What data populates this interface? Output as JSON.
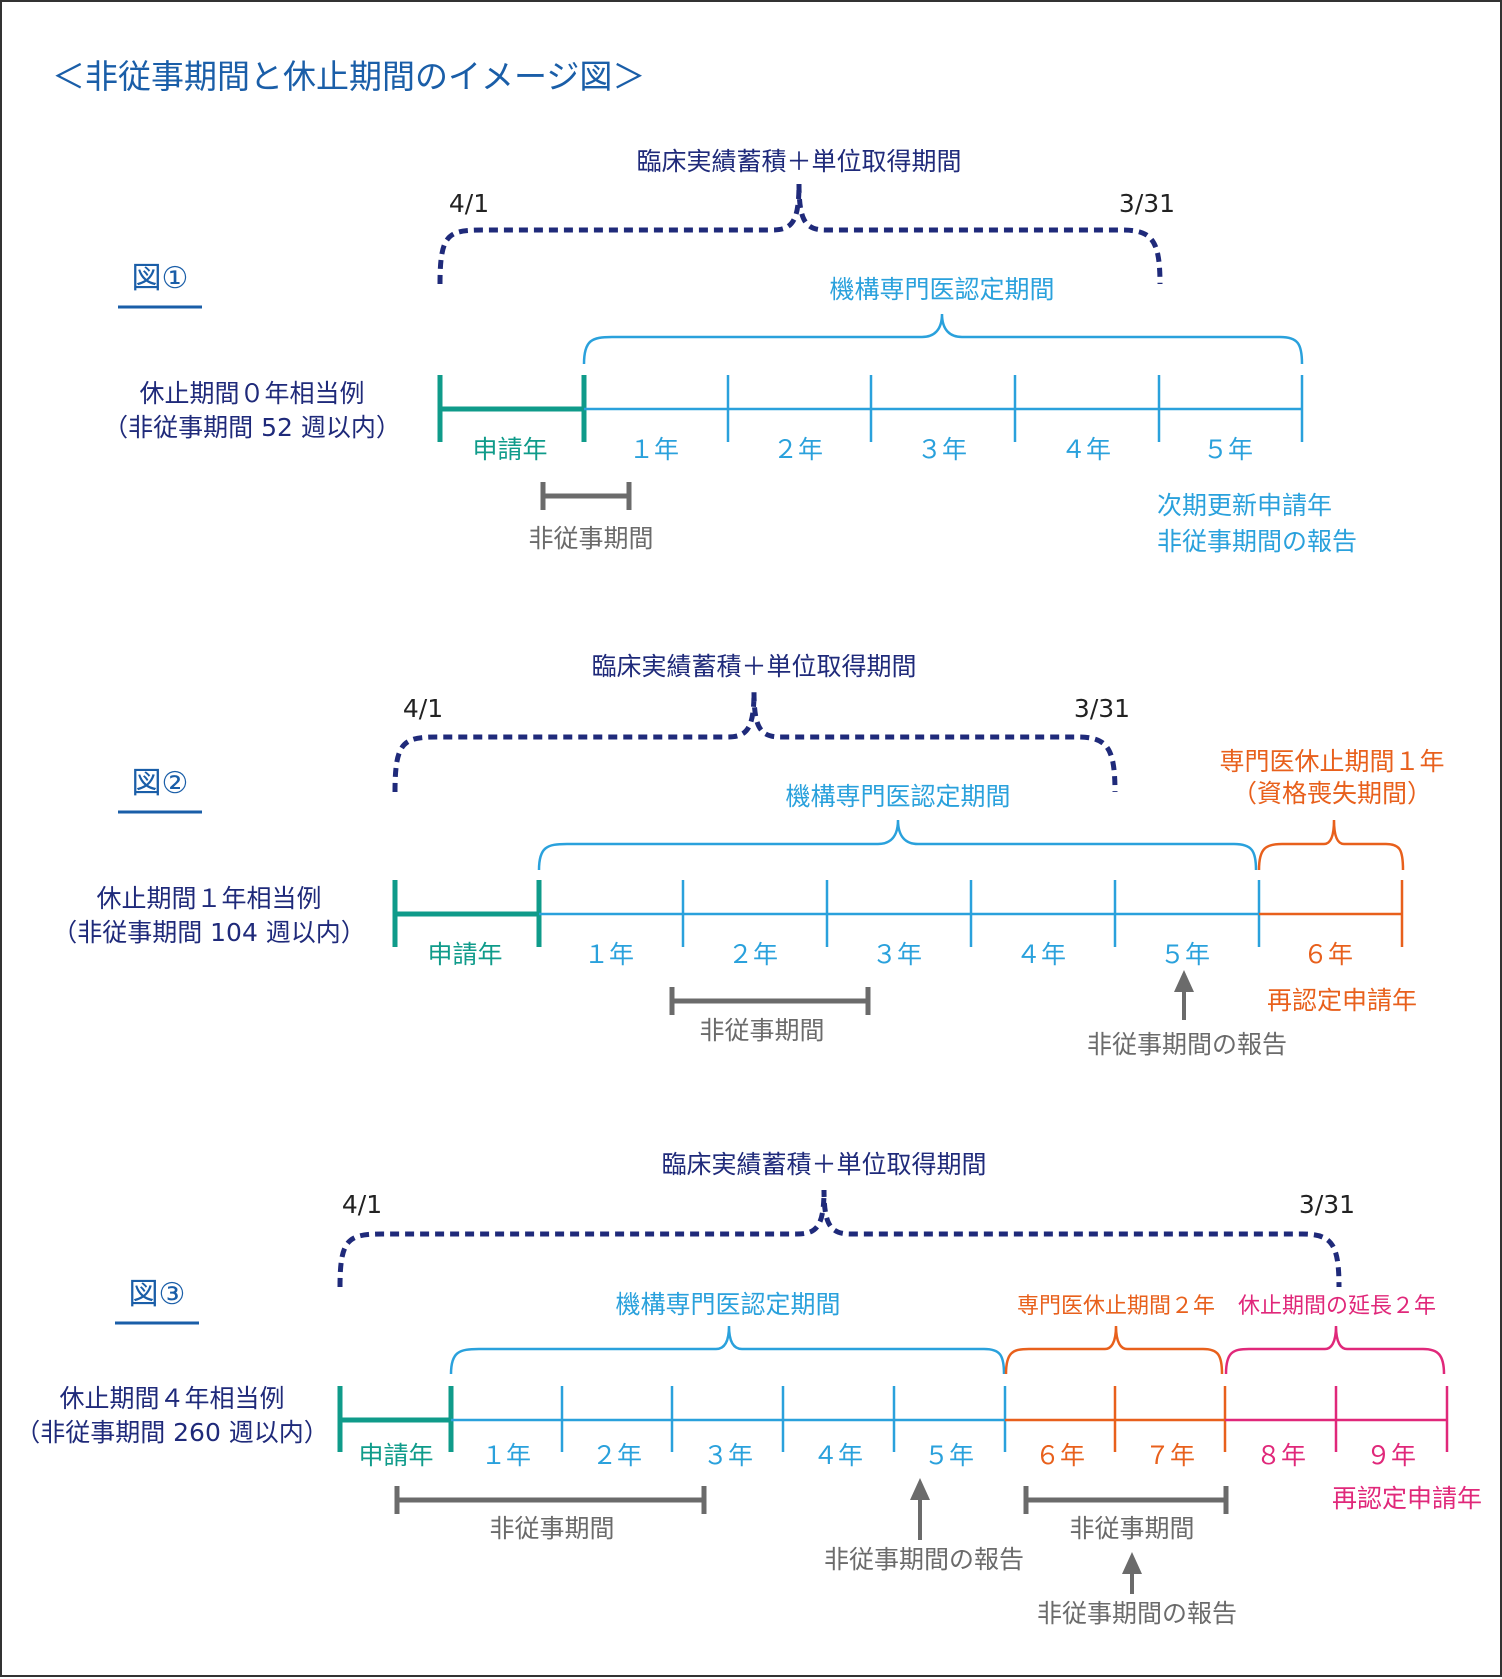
{
  "title": "＜非従事期間と休止期間のイメージ図＞",
  "common": {
    "accumulation": "臨床実績蓄積＋単位取得期間",
    "start_date": "4/1",
    "end_date": "3/31",
    "certification_period": "機構専門医認定期間",
    "application_year": "申請年",
    "non_engagement": "非従事期間",
    "non_engagement_report": "非従事期間の報告",
    "recert_application": "再認定申請年",
    "years": [
      "１年",
      "２年",
      "３年",
      "４年",
      "５年",
      "６年",
      "７年",
      "８年",
      "９年"
    ]
  },
  "fig1": {
    "label": "図①",
    "case_line1": "休止期間０年相当例",
    "case_line2": "（非従事期間 52 週以内）",
    "next_line1": "次期更新申請年",
    "next_line2": "非従事期間の報告"
  },
  "fig2": {
    "label": "図②",
    "case_line1": "休止期間１年相当例",
    "case_line2": "（非従事期間 104 週以内）",
    "suspension_line1": "専門医休止期間１年",
    "suspension_line2": "（資格喪失期間）"
  },
  "fig3": {
    "label": "図③",
    "case_line1": "休止期間４年相当例",
    "case_line2": "（非従事期間 260 週以内）",
    "suspension": "専門医休止期間２年",
    "extension": "休止期間の延長２年"
  },
  "colors": {
    "title": "#1a5ea8",
    "navy": "#1f2a7a",
    "teal": "#0f9b8a",
    "sky": "#2aa1dc",
    "gray": "#6b6b6b",
    "orange": "#e8601c",
    "pink": "#e0287a",
    "text": "#222222"
  }
}
